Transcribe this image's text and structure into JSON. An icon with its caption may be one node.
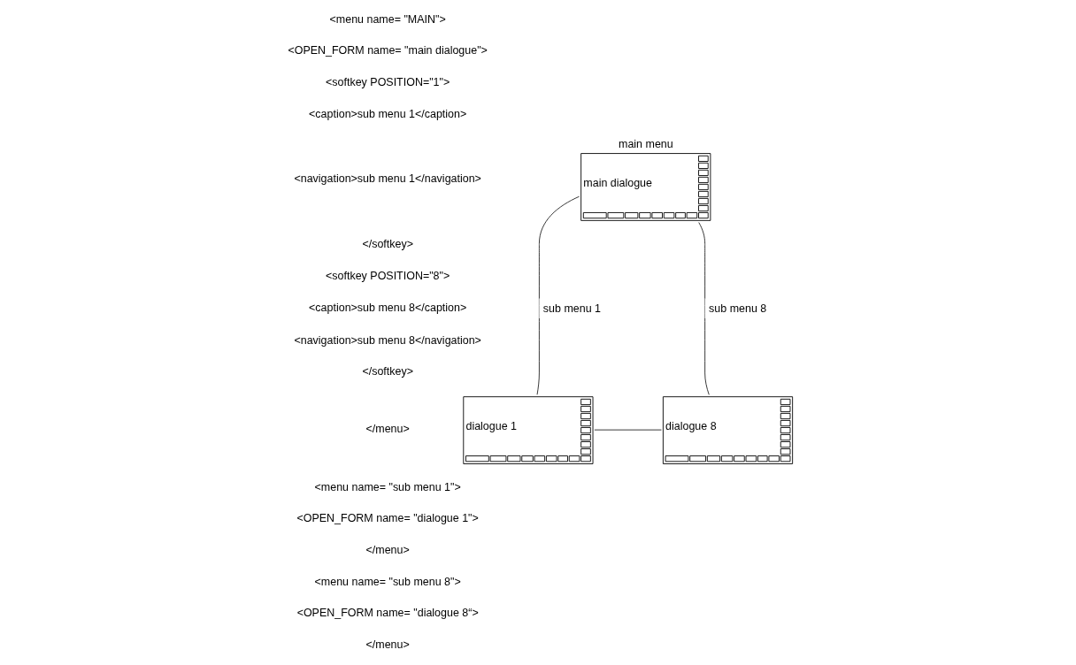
{
  "diagram": {
    "nodes": [
      {
        "text": [
          "main menu",
          "main dialogue"
        ]
      },
      {
        "text": [
          "dialogue 1"
        ]
      },
      {
        "text": [
          "dialogue 8"
        ]
      }
    ],
    "edges": [
      {
        "from": 0,
        "to": 1,
        "arrow": "none",
        "label": "sub menu 1"
      },
      {
        "from": 0,
        "to": 2,
        "arrow": "none",
        "label": "sub menu 8"
      },
      {
        "from": 1,
        "to": 2,
        "arrow": "none"
      }
    ],
    "labels": [
      "<menu name= \"MAIN\">",
      "<OPEN_FORM name= \"main dialogue\">",
      "<softkey POSITION=\"1\">",
      "<caption>sub menu 1</caption>",
      "<navigation>sub menu 1</navigation>",
      "</softkey>",
      "<softkey POSITION=\"8\">",
      "<caption>sub menu 8</caption>",
      "<navigation>sub menu 8</navigation>",
      "</softkey>",
      "</menu>",
      "<menu name= \"sub menu 1\">",
      "<OPEN_FORM name= \"dialogue 1\">",
      "</menu>",
      "<menu name= \"sub menu 8\">",
      "<OPEN_FORM name= \"dialogue 8“>",
      "</menu>"
    ]
  }
}
